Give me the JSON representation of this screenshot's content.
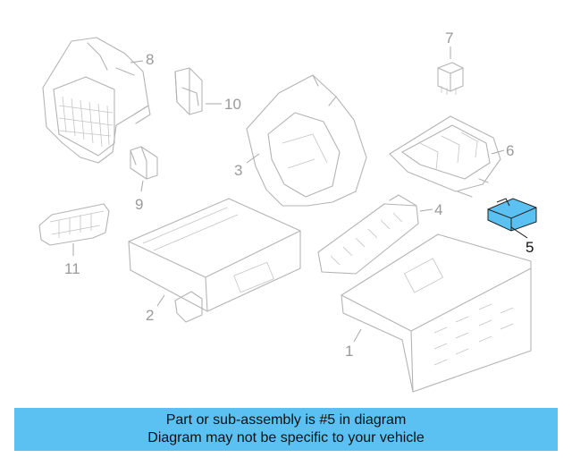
{
  "diagram": {
    "callouts": [
      "1",
      "2",
      "3",
      "4",
      "5",
      "6",
      "7",
      "8",
      "9",
      "10",
      "11"
    ],
    "highlight_color": "#5bc0f2"
  },
  "banner": {
    "line1": "Part or sub-assembly is #5 in diagram",
    "line2": "Diagram may not be specific to your vehicle",
    "background": "#5bc0f2"
  }
}
